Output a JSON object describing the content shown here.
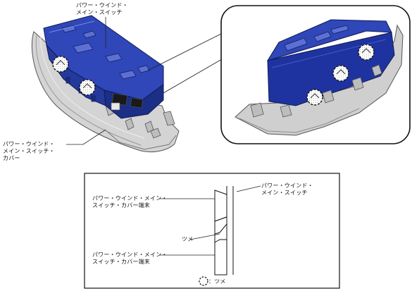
{
  "labels": {
    "main_switch": "パワー・ウインド・\nメイン・スイッチ",
    "switch_cover": "パワー・ウインド・\nメイン・スイッチ・\nカバー",
    "inset_main_switch": "パワー・ウインド・\nメイン・スイッチ",
    "inset_cover_end_upper": "パワー・ウインド・メイン・\nスイッチ・カバー端末",
    "inset_claw": "ツメ",
    "inset_cover_end_lower": "パワー・ウインド・メイン・\nスイッチ・カバー端末",
    "inset_legend": "：ツメ"
  },
  "colors": {
    "switch_blue": "#2f47b8",
    "switch_blue_dark": "#1c2f86",
    "switch_blue_light": "#5c70d4",
    "cover_gray": "#cfcfcf",
    "cover_gray_dark": "#8f8f8f",
    "line": "#222222"
  },
  "icons": [
    "dashed-circle-claw-marker-icon"
  ]
}
